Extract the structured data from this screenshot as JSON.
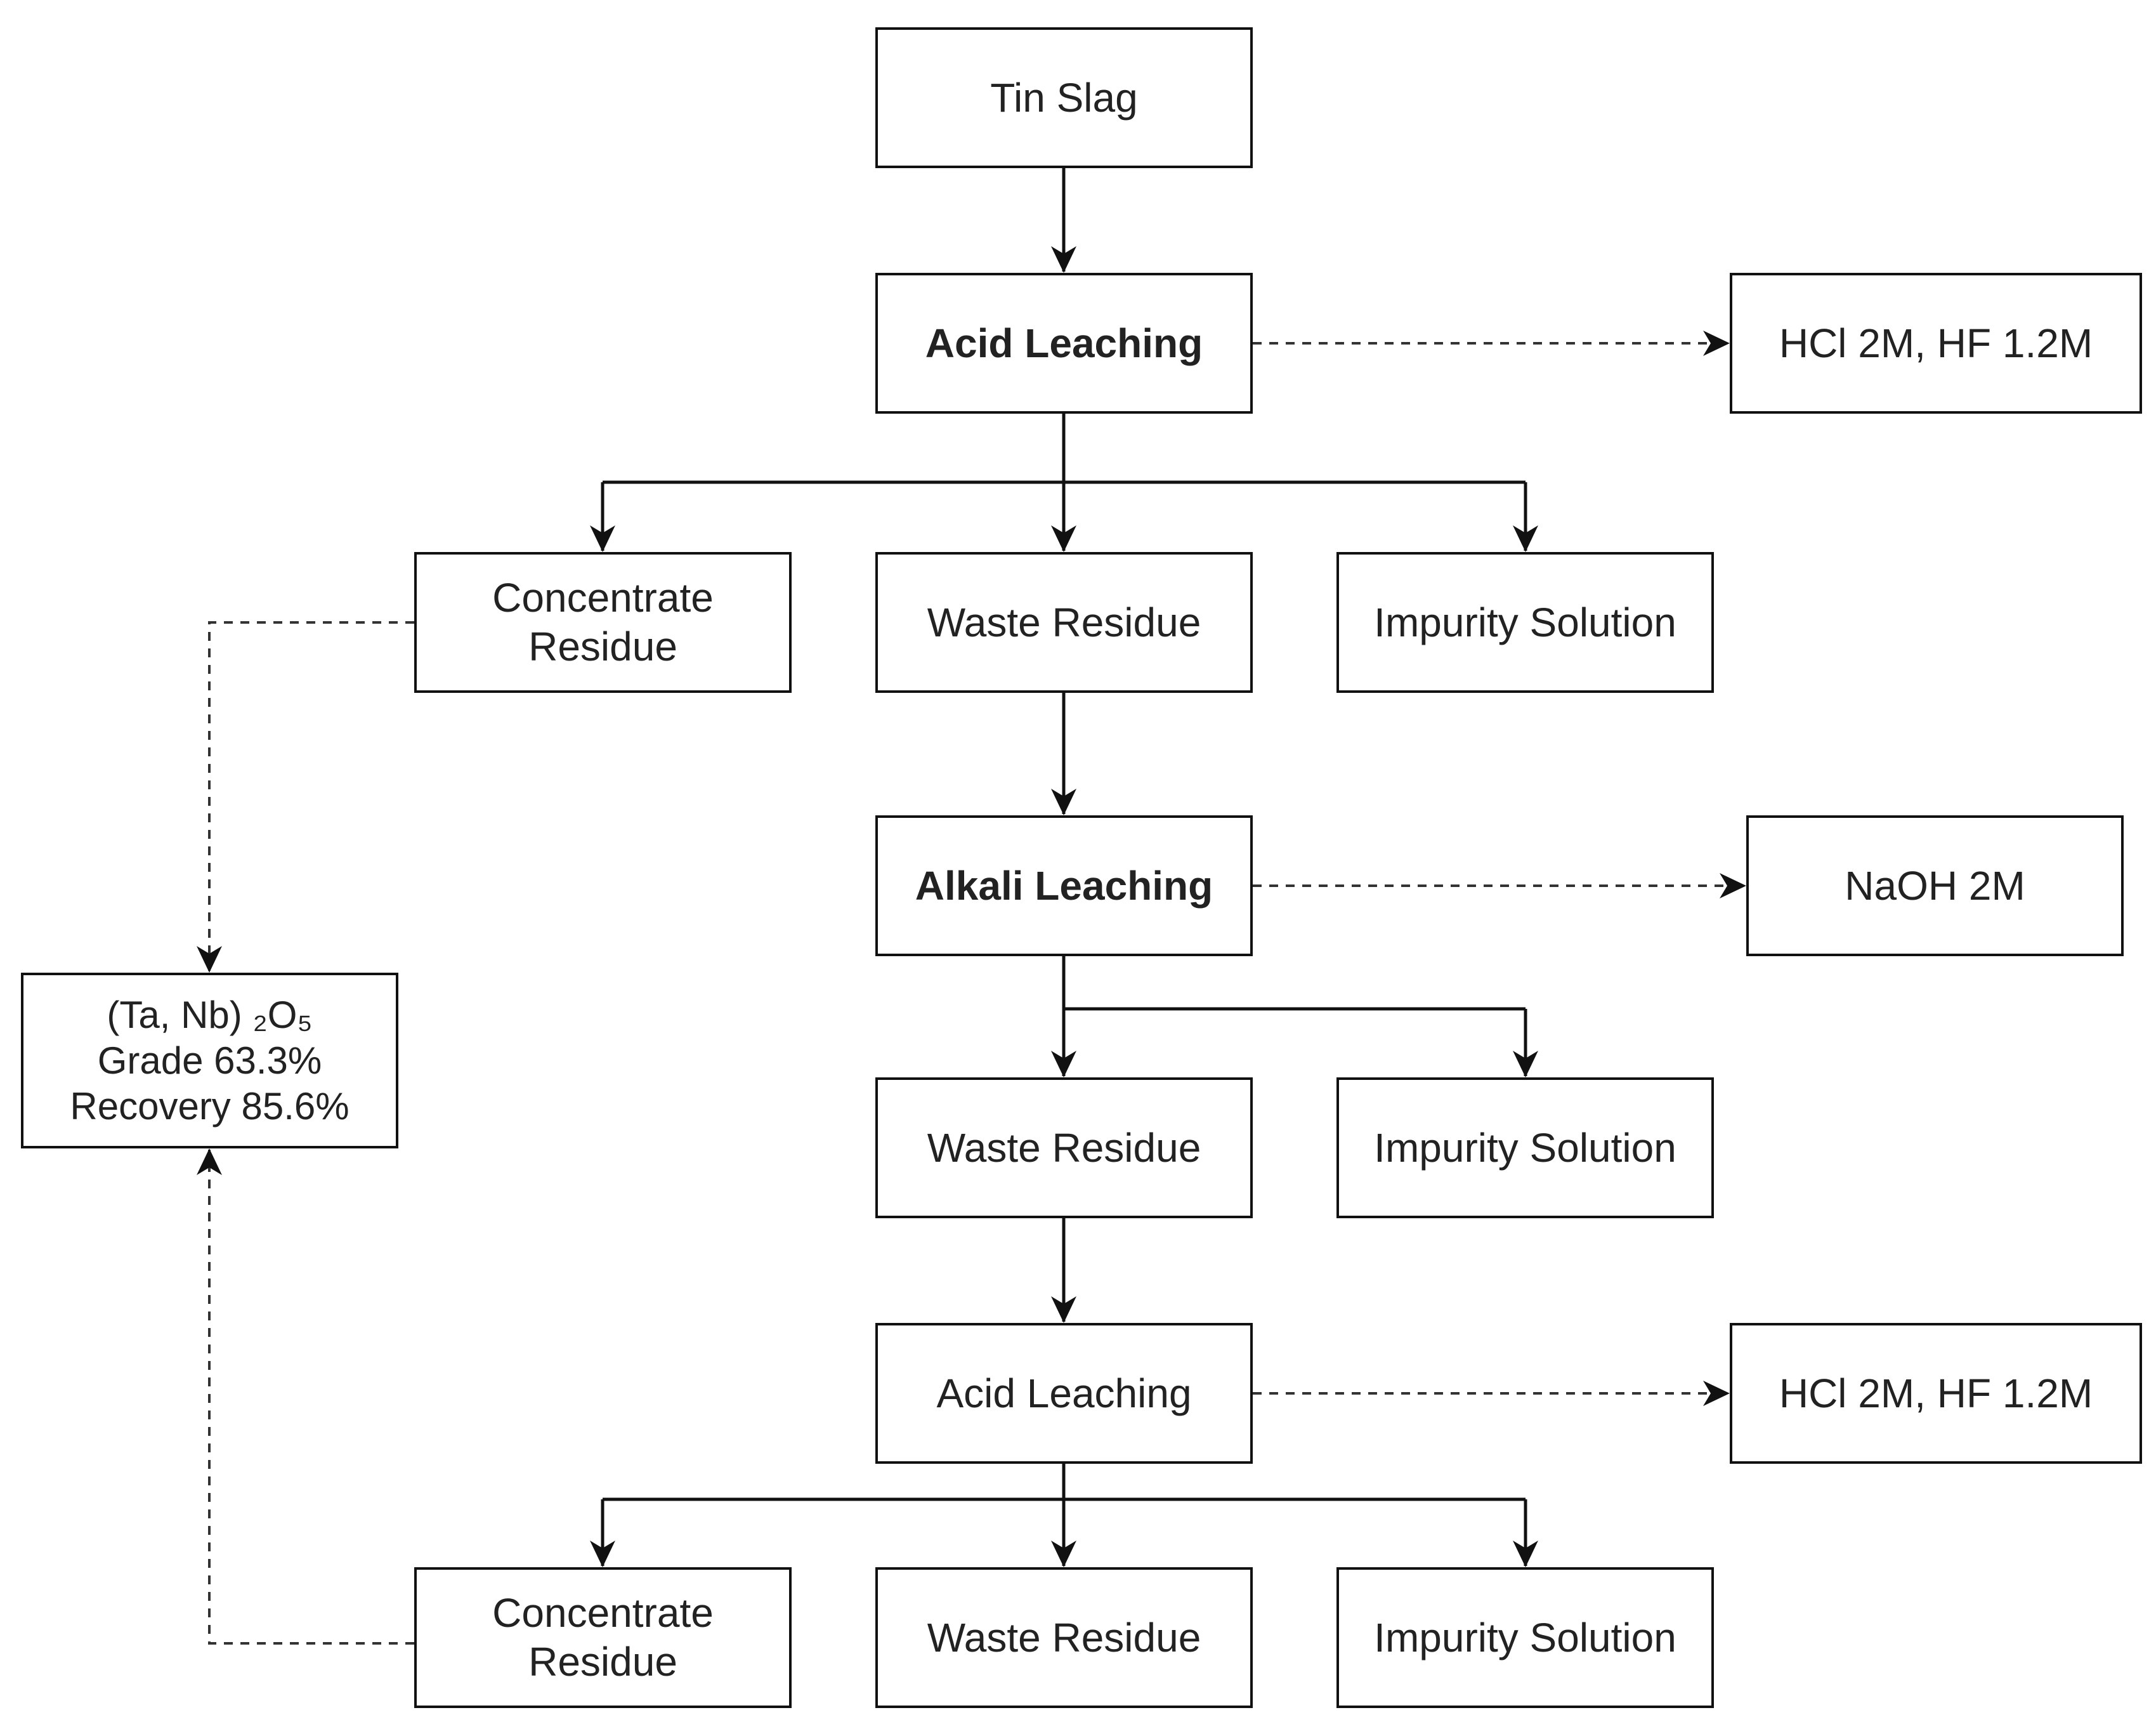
{
  "nodes": {
    "tin_slag": "Tin Slag",
    "acid_leaching_1": "Acid Leaching",
    "reagent_1": "HCl 2M, HF 1.2M",
    "concentrate_residue_1": "Concentrate\nResidue",
    "waste_residue_1": "Waste Residue",
    "impurity_solution_1": "Impurity Solution",
    "alkali_leaching": "Alkali Leaching",
    "reagent_2": "NaOH 2M",
    "product": "(Ta, Nb) ₂O₅\nGrade 63.3%\nRecovery 85.6%",
    "waste_residue_2": "Waste Residue",
    "impurity_solution_2": "Impurity Solution",
    "acid_leaching_2": "Acid Leaching",
    "reagent_3": "HCl 2M, HF 1.2M",
    "concentrate_residue_2": "Concentrate\nResidue",
    "waste_residue_3": "Waste Residue",
    "impurity_solution_3": "Impurity Solution"
  },
  "colors": {
    "line": "#111111",
    "dashed_line": "#333333",
    "box_border": "#111111"
  }
}
